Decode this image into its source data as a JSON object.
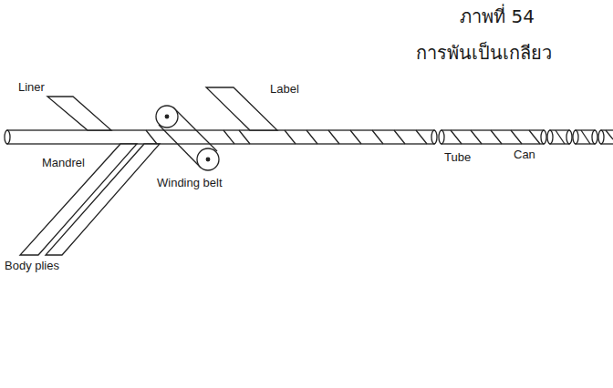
{
  "diagram": {
    "title": "ภาพที่ 54",
    "caption": "การพันเป็นเกลียว",
    "labels": [
      "Liner",
      "Label",
      "Mandrel",
      "Winding belt",
      "Tube",
      "Can",
      "Body plies"
    ]
  }
}
